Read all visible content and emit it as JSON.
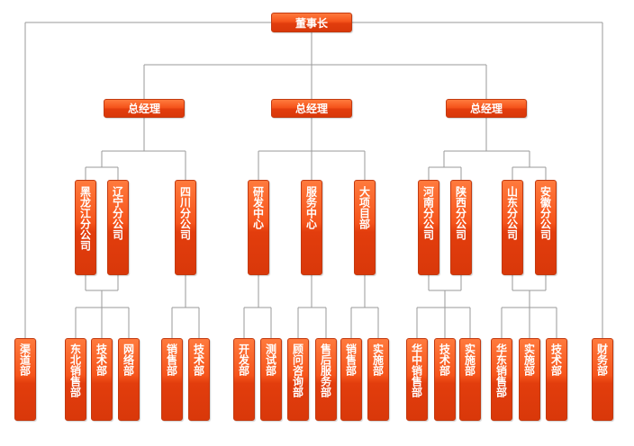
{
  "chairman": "董事长",
  "managers": [
    "总经理",
    "总经理",
    "总经理"
  ],
  "branches": {
    "heilongjiang": "黑龙江分公司",
    "liaoning": "辽宁分公司",
    "sichuan": "四川分公司",
    "rd": "研发中心",
    "service": "服务中心",
    "major": "大项目部",
    "henan": "河南分公司",
    "shaanxi": "陕西分公司",
    "shandong": "山东分公司",
    "anhui": "安徽分公司"
  },
  "departments": {
    "channel": "渠道部",
    "northeast_sales": "东北销售部",
    "tech1": "技术部",
    "network": "网络部",
    "sales1": "销售部",
    "tech2": "技术部",
    "develop": "开发部",
    "testing": "测试部",
    "consult": "顾问咨询部",
    "aftersales": "售后服务部",
    "sales2": "销售部",
    "implement1": "实施部",
    "central_sales": "华中销售部",
    "tech3": "技术部",
    "implement2": "实施部",
    "east_sales": "华东销售部",
    "implement3": "实施部",
    "tech4": "技术部",
    "finance": "财务部"
  },
  "colors": {
    "box": "#f04e16",
    "border": "#c23a10",
    "line": "#9a9a9a",
    "text": "#ffffff"
  }
}
